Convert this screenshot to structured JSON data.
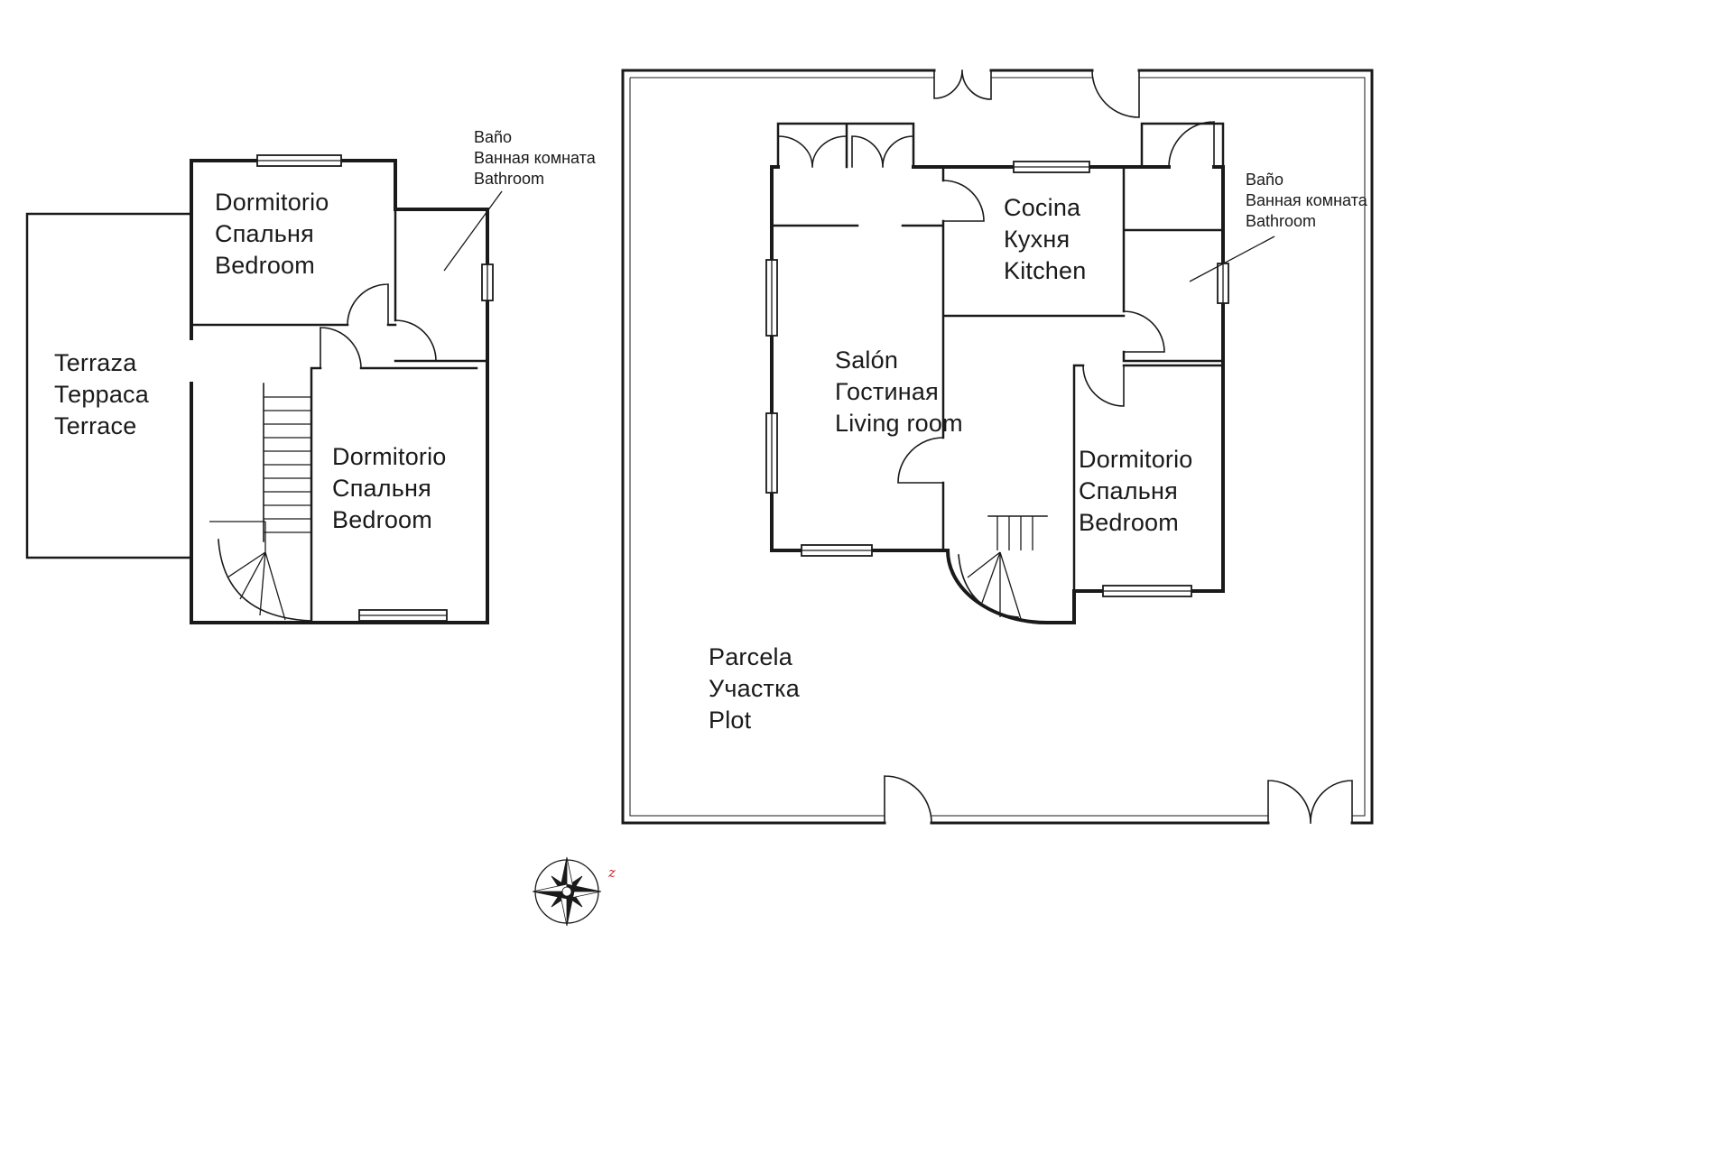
{
  "background": "#ffffff",
  "line_color": "#1a1a1a",
  "upper_plan": {
    "terrace": {
      "line1": "Terraza",
      "line2": "Терраса",
      "line3": "Terrace"
    },
    "bedroom_top": {
      "line1": "Dormitorio",
      "line2": "Спальня",
      "line3": "Bedroom"
    },
    "bedroom_bottom": {
      "line1": "Dormitorio",
      "line2": "Спальня",
      "line3": "Bedroom"
    },
    "bathroom_note": {
      "line1": "Baño",
      "line2": "Ванная комната",
      "line3": "Bathroom"
    }
  },
  "ground_plan": {
    "kitchen": {
      "line1": "Cocina",
      "line2": "Кухня",
      "line3": "Kitchen"
    },
    "living_room": {
      "line1": "Salón",
      "line2": "Гостиная",
      "line3": "Living room"
    },
    "bedroom": {
      "line1": "Dormitorio",
      "line2": "Спальня",
      "line3": "Bedroom"
    },
    "bathroom_note": {
      "line1": "Baño",
      "line2": "Ванная комната",
      "line3": "Bathroom"
    },
    "plot": {
      "line1": "Parcela",
      "line2": "Участка",
      "line3": "Plot"
    }
  },
  "compass": {
    "marker": "z",
    "marker_color": "#cc2222"
  }
}
